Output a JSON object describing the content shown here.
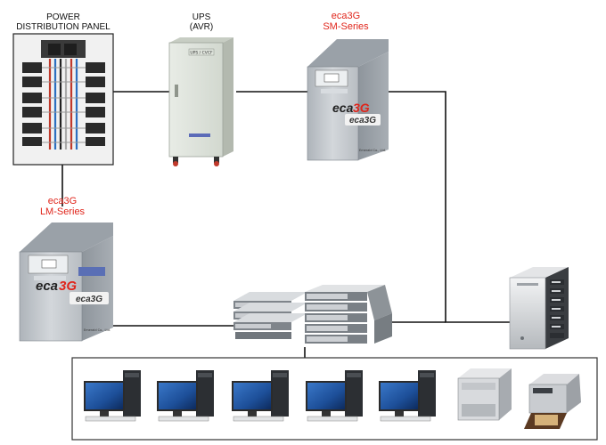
{
  "labels": {
    "pdp_line1": "POWER",
    "pdp_line2": "DISTRIBUTION PANEL",
    "ups_line1": "UPS",
    "ups_line2": "(AVR)",
    "sm_line1": "eca3G",
    "sm_line2": "SM-Series",
    "lm_line1": "eca3G",
    "lm_line2": "LM-Series"
  },
  "device_text": {
    "ups_badge": "UPS / CVCF",
    "brand_logo": "eca3G",
    "brand_logo_small": "eca",
    "brand_logo_mark": "3G",
    "maker": "Emerald Co., Ltd."
  },
  "colors": {
    "brand_red": "#e0251b",
    "line_black": "#111111",
    "cabinet_grey": "#c9cdd2"
  },
  "icons": {
    "power_panel": "power-distribution-panel-icon",
    "ups": "ups-cabinet-icon",
    "sm_unit": "eca3g-sm-unit-icon",
    "lm_unit": "eca3g-lm-unit-icon",
    "switches": "network-switch-stack-icon",
    "server": "tower-server-icon",
    "workstation": "desktop-computer-icon",
    "laser_printer": "laser-printer-icon",
    "inkjet_printer": "all-in-one-printer-icon"
  }
}
